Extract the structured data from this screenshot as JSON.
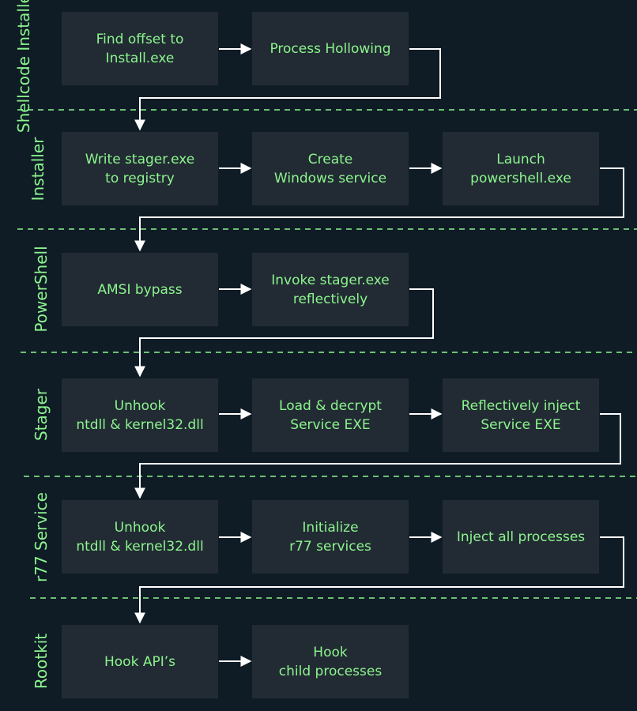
{
  "colors": {
    "background": "#0f1c26",
    "box_fill": "#222b33",
    "text": "#8cf58e",
    "arrows": "#ffffff",
    "separator": "#8cf58e"
  },
  "lanes": [
    {
      "label": "Shellcode\nInstaller",
      "steps": [
        "Find offset to\nInstall.exe",
        "Process Hollowing"
      ]
    },
    {
      "label": "Installer",
      "steps": [
        "Write stager.exe\nto registry",
        "Create\nWindows service",
        "Launch\npowershell.exe"
      ]
    },
    {
      "label": "PowerShell",
      "steps": [
        "AMSI bypass",
        "Invoke stager.exe\nreflectively"
      ]
    },
    {
      "label": "Stager",
      "steps": [
        "Unhook\nntdll & kernel32.dll",
        "Load & decrypt\nService EXE",
        "Reflectively inject\nService EXE"
      ]
    },
    {
      "label": "r77 Service",
      "steps": [
        "Unhook\nntdll & kernel32.dll",
        "Initialize\nr77 services",
        "Inject all processes"
      ]
    },
    {
      "label": "Rootkit",
      "steps": [
        "Hook API’s",
        "Hook\nchild processes"
      ]
    }
  ]
}
